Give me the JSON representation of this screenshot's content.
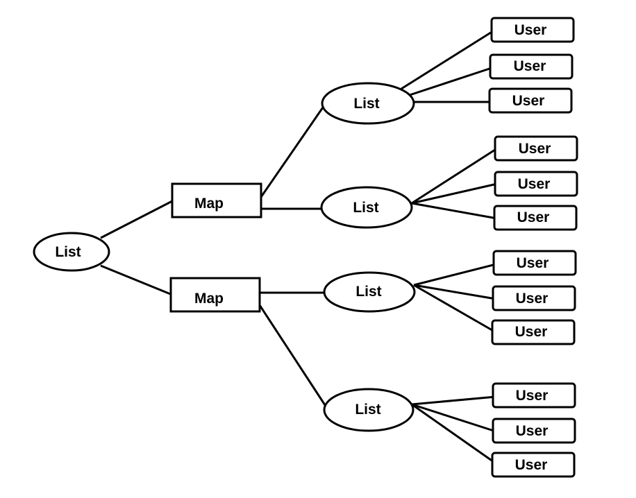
{
  "diagram": {
    "root": {
      "label": "List"
    },
    "maps": [
      {
        "label": "Map",
        "lists": [
          {
            "label": "List",
            "users": [
              "User",
              "User",
              "User"
            ]
          },
          {
            "label": "List",
            "users": [
              "User",
              "User",
              "User"
            ]
          }
        ]
      },
      {
        "label": "Map",
        "lists": [
          {
            "label": "List",
            "users": [
              "User",
              "User",
              "User"
            ]
          },
          {
            "label": "List",
            "users": [
              "User",
              "User",
              "User"
            ]
          }
        ]
      }
    ]
  }
}
